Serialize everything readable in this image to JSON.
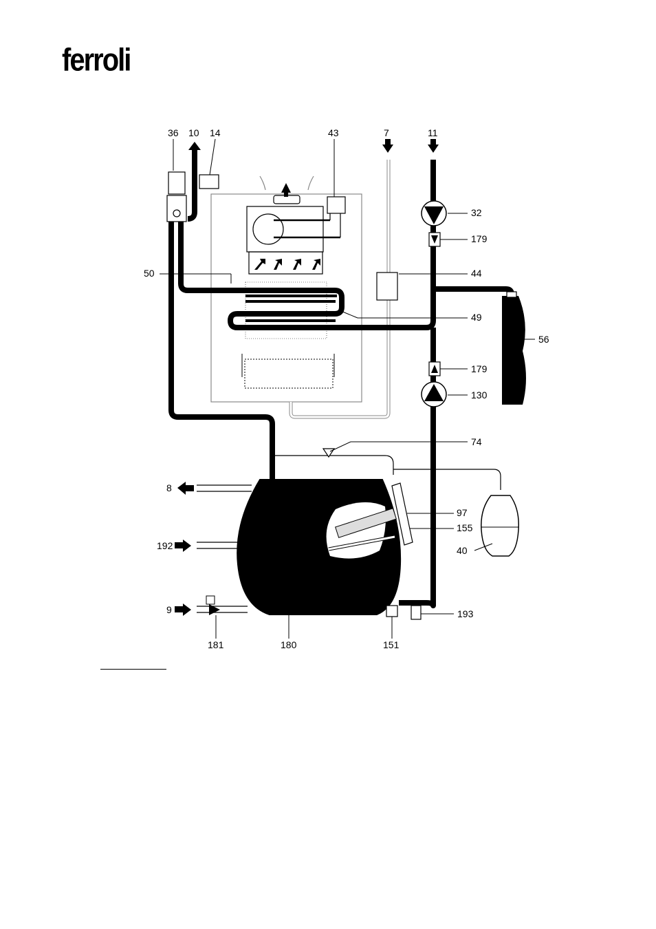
{
  "brand": {
    "logo_text": "ferroli"
  },
  "labels": [
    {
      "id": "36",
      "text": "36"
    },
    {
      "id": "10",
      "text": "10"
    },
    {
      "id": "14",
      "text": "14"
    },
    {
      "id": "43",
      "text": "43"
    },
    {
      "id": "7",
      "text": "7"
    },
    {
      "id": "11",
      "text": "11"
    },
    {
      "id": "32",
      "text": "32"
    },
    {
      "id": "179a",
      "text": "179"
    },
    {
      "id": "50",
      "text": "50"
    },
    {
      "id": "44",
      "text": "44"
    },
    {
      "id": "49",
      "text": "49"
    },
    {
      "id": "56",
      "text": "56"
    },
    {
      "id": "179b",
      "text": "179"
    },
    {
      "id": "130",
      "text": "130"
    },
    {
      "id": "74",
      "text": "74"
    },
    {
      "id": "8",
      "text": "8"
    },
    {
      "id": "97",
      "text": "97"
    },
    {
      "id": "155",
      "text": "155"
    },
    {
      "id": "192",
      "text": "192"
    },
    {
      "id": "40",
      "text": "40"
    },
    {
      "id": "9",
      "text": "9"
    },
    {
      "id": "193",
      "text": "193"
    },
    {
      "id": "181",
      "text": "181"
    },
    {
      "id": "180",
      "text": "180"
    },
    {
      "id": "151",
      "text": "151"
    }
  ],
  "colors": {
    "ink": "#000000",
    "casing": "#888888",
    "paper": "#ffffff"
  }
}
